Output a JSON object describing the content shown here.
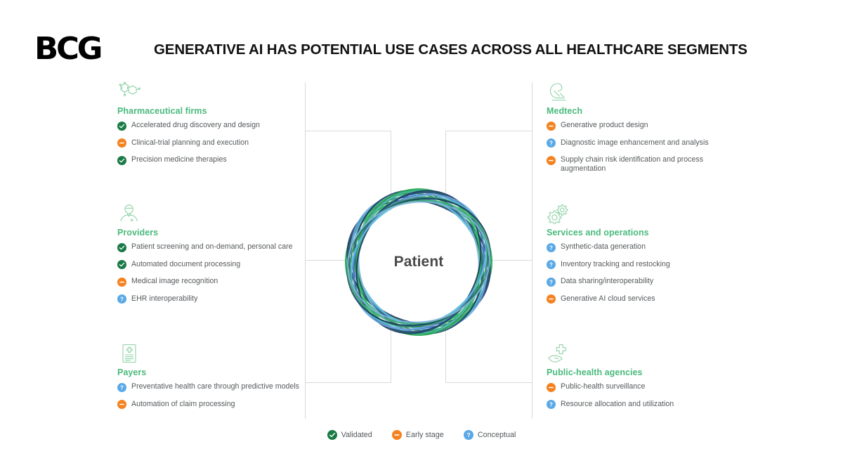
{
  "header": {
    "logo": "BCG",
    "title": "GENERATIVE AI HAS POTENTIAL USE CASES ACROSS ALL HEALTHCARE SEGMENTS"
  },
  "center": {
    "label": "Patient"
  },
  "colors": {
    "validated": "#1a7a45",
    "early_stage": "#f58220",
    "conceptual": "#5aa9e6",
    "heading_green": "#4aba7d",
    "icon_green": "#8fd3a8",
    "body_text": "#55595c",
    "rail_line": "#d8d8d8"
  },
  "segments": [
    {
      "id": "pharmaceutical-firms",
      "icon": "molecule-icon",
      "title": "Pharmaceutical firms",
      "items": [
        {
          "status": "validated",
          "text": "Accelerated drug discovery and design"
        },
        {
          "status": "early_stage",
          "text": "Clinical-trial planning and execution"
        },
        {
          "status": "validated",
          "text": "Precision medicine therapies"
        }
      ]
    },
    {
      "id": "medtech",
      "icon": "microscope-icon",
      "title": "Medtech",
      "items": [
        {
          "status": "early_stage",
          "text": "Generative product design"
        },
        {
          "status": "conceptual",
          "text": "Diagnostic image enhancement and analysis"
        },
        {
          "status": "early_stage",
          "text": "Supply chain risk identification and process augmentation"
        }
      ]
    },
    {
      "id": "providers",
      "icon": "doctor-icon",
      "title": "Providers",
      "items": [
        {
          "status": "validated",
          "text": "Patient screening and on-demand, personal care"
        },
        {
          "status": "validated",
          "text": "Automated document processing"
        },
        {
          "status": "early_stage",
          "text": "Medical image recognition"
        },
        {
          "status": "conceptual",
          "text": "EHR interoperability"
        }
      ]
    },
    {
      "id": "services-and-operations",
      "icon": "gears-icon",
      "title": "Services and operations",
      "items": [
        {
          "status": "conceptual",
          "text": "Synthetic-data generation"
        },
        {
          "status": "conceptual",
          "text": "Inventory tracking and restocking"
        },
        {
          "status": "conceptual",
          "text": "Data sharing/interoperability"
        },
        {
          "status": "early_stage",
          "text": "Generative AI cloud services"
        }
      ]
    },
    {
      "id": "payers",
      "icon": "document-cross-icon",
      "title": "Payers",
      "items": [
        {
          "status": "conceptual",
          "text": "Preventative health care through predictive models"
        },
        {
          "status": "early_stage",
          "text": "Automation of claim processing"
        }
      ]
    },
    {
      "id": "public-health-agencies",
      "icon": "hand-cross-icon",
      "title": "Public-health agencies",
      "items": [
        {
          "status": "early_stage",
          "text": "Public-health surveillance"
        },
        {
          "status": "conceptual",
          "text": "Resource allocation and utilization"
        }
      ]
    }
  ],
  "legend": [
    {
      "status": "validated",
      "label": "Validated"
    },
    {
      "status": "early_stage",
      "label": "Early stage"
    },
    {
      "status": "conceptual",
      "label": "Conceptual"
    }
  ]
}
